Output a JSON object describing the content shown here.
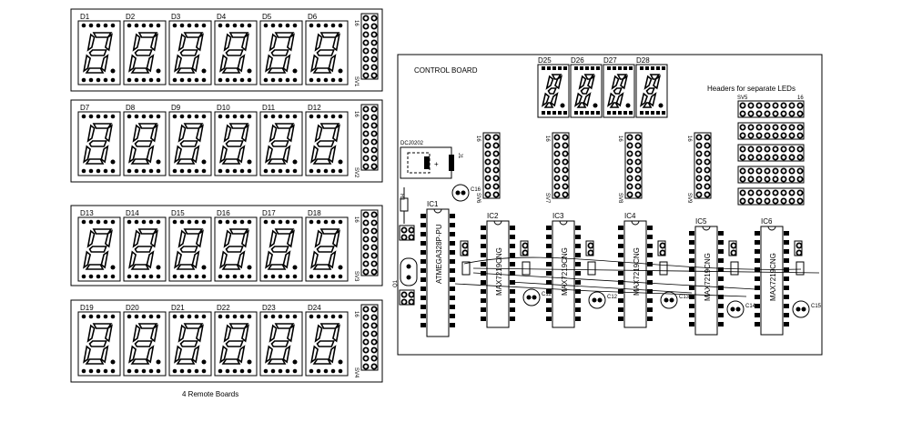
{
  "remote_boards": {
    "caption": "4 Remote Boards",
    "boards": [
      {
        "digits": [
          "D1",
          "D2",
          "D3",
          "D4",
          "D5",
          "D6"
        ],
        "header_top": "16",
        "header_bottom": "SV1"
      },
      {
        "digits": [
          "D7",
          "D8",
          "D9",
          "D10",
          "D11",
          "D12"
        ],
        "header_top": "16",
        "header_bottom": "SV2"
      },
      {
        "digits": [
          "D13",
          "D14",
          "D15",
          "D16",
          "D17",
          "D18"
        ],
        "header_top": "16",
        "header_bottom": "SV3"
      },
      {
        "digits": [
          "D19",
          "D20",
          "D21",
          "D22",
          "D23",
          "D24"
        ],
        "header_top": "16",
        "header_bottom": "SV4"
      }
    ]
  },
  "control_board": {
    "title": "CONTROL BOARD",
    "small_digits": [
      "D25",
      "D26",
      "D27",
      "D28"
    ],
    "leds_header": {
      "title": "Headers for separate LEDs",
      "label_left": "SV5",
      "label_right": "16"
    },
    "power_jack": {
      "name": "DCJ0202",
      "ref": "J1"
    },
    "headers": [
      {
        "top": "16",
        "bottom": "SV6"
      },
      {
        "top": "16",
        "bottom": "SV7"
      },
      {
        "top": "16",
        "bottom": "SV8"
      },
      {
        "top": "16",
        "bottom": "SV9"
      }
    ],
    "ics": [
      {
        "ref": "IC1",
        "part": "ATMEGA328P-PU"
      },
      {
        "ref": "IC2",
        "part": "MAX7219CNG"
      },
      {
        "ref": "IC3",
        "part": "MAX7219CNG"
      },
      {
        "ref": "IC4",
        "part": "MAX7219CNG"
      },
      {
        "ref": "IC5",
        "part": "MAX7219CNG"
      },
      {
        "ref": "IC6",
        "part": "MAX7219CNG"
      }
    ],
    "capacitors": [
      "C16",
      "C11",
      "C12",
      "C13",
      "C14",
      "C15"
    ],
    "resistor": "R1",
    "crystal": "Q1"
  }
}
